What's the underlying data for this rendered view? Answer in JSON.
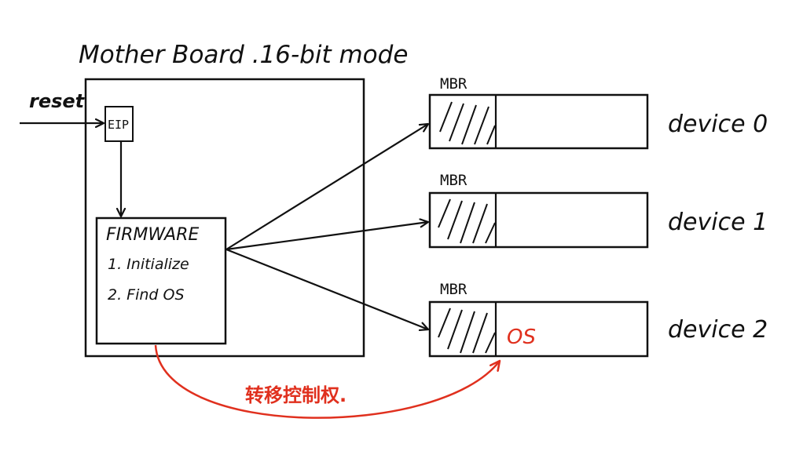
{
  "motherboard": {
    "title": "Mother Board .16-bit mode"
  },
  "reset_label": "reset",
  "eip_label": "EIP",
  "firmware": {
    "title": "FIRMWARE",
    "step1": "1. Initialize",
    "step2": "2. Find OS"
  },
  "devices": [
    {
      "mbr_label": "MBR",
      "name": "device 0",
      "os_label": ""
    },
    {
      "mbr_label": "MBR",
      "name": "device 1",
      "os_label": ""
    },
    {
      "mbr_label": "MBR",
      "name": "device 2",
      "os_label": "OS"
    }
  ],
  "control_transfer_label": "转移控制权.",
  "colors": {
    "ink": "#111111",
    "accent": "#e0301e",
    "background": "#ffffff"
  }
}
